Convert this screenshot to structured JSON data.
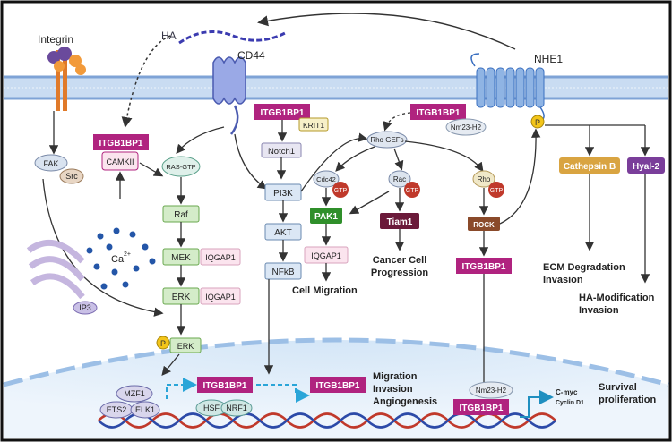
{
  "labels": {
    "integrin": "Integrin",
    "ha": "HA",
    "cd44": "CD44",
    "nhe1": "NHE1",
    "p": "P",
    "fak": "FAK",
    "src": "Src",
    "camkii": "CAMKII",
    "ca": "Ca",
    "ca_sup": "2+",
    "ip3": "IP3",
    "ras_gtp": "RAS-GTP",
    "raf": "Raf",
    "mek": "MEK",
    "erk": "ERK",
    "iqgap1": "IQGAP1",
    "krit1": "KRIT1",
    "notch1": "Notch1",
    "pi3k": "PI3K",
    "akt": "AKT",
    "nfkb": "NFkB",
    "nm23": "Nm23-H2",
    "rho_gefs": "Rho GEFs",
    "cdc42": "Cdc42",
    "rac": "Rac",
    "rho": "Rho",
    "gtp": "GTP",
    "pak1": "PAK1",
    "tiam1": "Tiam1",
    "rock": "ROCK",
    "itgb1bp1": "ITGB1BP1",
    "cathepsin_b": "Cathepsin B",
    "hyal2": "Hyal-2",
    "mzf1": "MZF1",
    "ets2": "ETS2",
    "elk1": "ELK1",
    "hsf": "HSF",
    "nrf1": "NRF1",
    "cmyc": "C-myc",
    "cyclin_d1": "Cyclin D1"
  },
  "outcomes": {
    "cell_migration": "Cell Migration",
    "cancer_progression_1": "Cancer Cell",
    "cancer_progression_2": "Progression",
    "ecm_1": "ECM Degradation",
    "ecm_2": "Invasion",
    "ha_mod_1": "HA-Modification",
    "ha_mod_2": "Invasion",
    "mig_1": "Migration",
    "mig_2": "Invasion",
    "mig_3": "Angiogenesis",
    "surv_1": "Survival",
    "surv_2": "proliferation"
  },
  "colors": {
    "itgb1bp1": "#b0237f",
    "pak1": "#2f8f2a",
    "tiam1": "#6b1a3a",
    "rock": "#8a4a2a",
    "cathepsin": "#d9a441",
    "hyal2": "#7a3e9a",
    "membrane": "#8fb4e4",
    "nucleus": "#bcd5ef"
  }
}
